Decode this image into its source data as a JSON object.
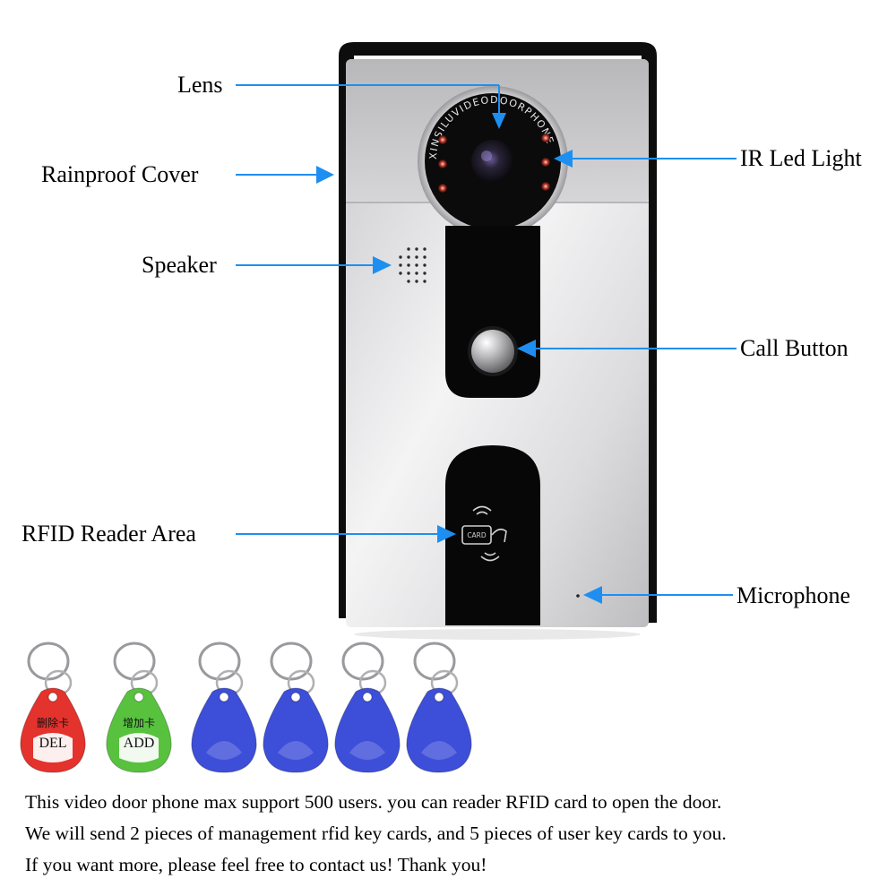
{
  "callouts": {
    "lens": "Lens",
    "rainproof_cover": "Rainproof Cover",
    "speaker": "Speaker",
    "rfid_reader_area": "RFID Reader Area",
    "ir_led_light": "IR Led Light",
    "call_button": "Call Button",
    "microphone": "Microphone"
  },
  "lens_ring_text": "XINSILUVIDEODOORPHONE",
  "card_icon_text": "CARD",
  "key_fobs": {
    "del_chinese": "删除卡",
    "del": "DEL",
    "add_chinese": "增加卡",
    "add": "ADD"
  },
  "caption_lines": [
    "This video door phone max support 500 users. you can reader RFID card to open the door.",
    "We will send 2 pieces of management rfid key cards, and 5 pieces of user key cards to you.",
    "If you want more, please feel free to contact us! Thank you!"
  ],
  "colors": {
    "arrow": "#1e8ff0",
    "cover": "#0d0d0d",
    "panel": "#d9d9dc",
    "fob_red": "#e4322d",
    "fob_green": "#58c23f",
    "fob_blue": "#3d4fd8"
  }
}
